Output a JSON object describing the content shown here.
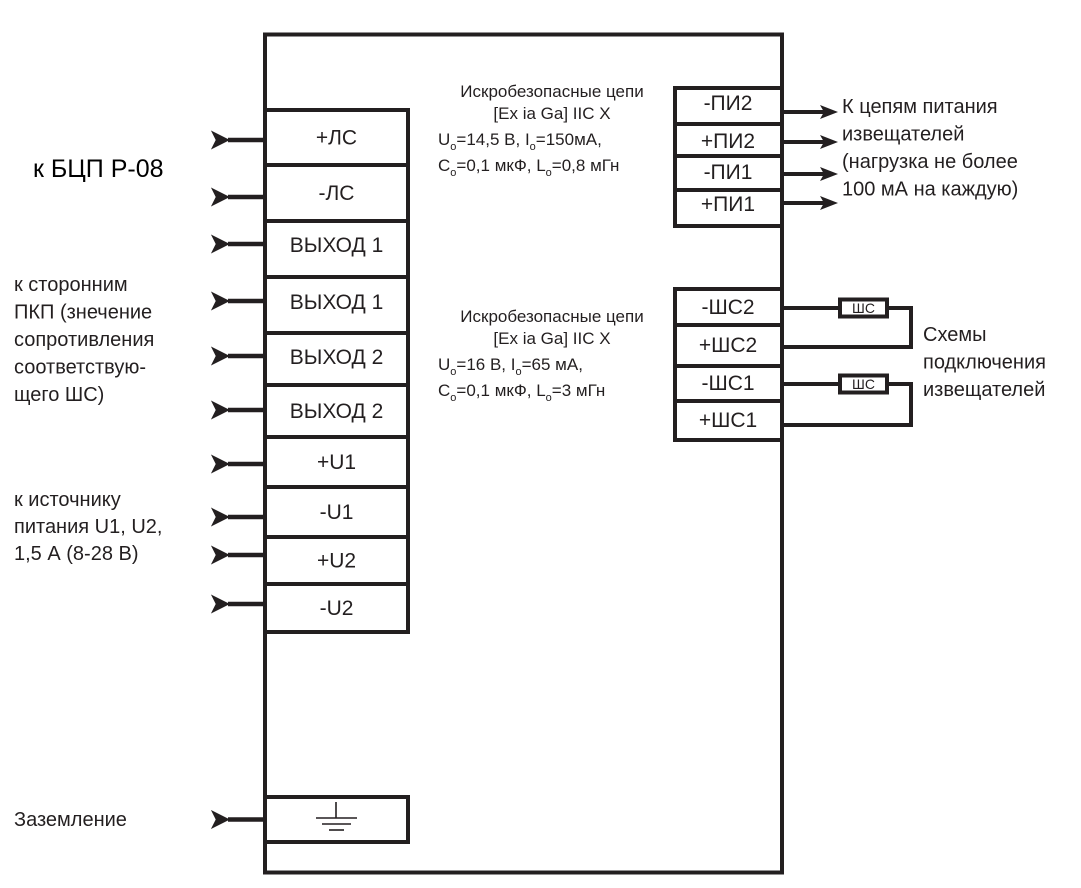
{
  "diagram": {
    "colors": {
      "line": "#231f20",
      "background": "#ffffff"
    },
    "left_terminals": [
      {
        "label": "+ЛС"
      },
      {
        "label": "-ЛС"
      },
      {
        "label": "ВЫХОД 1"
      },
      {
        "label": "ВЫХОД 1"
      },
      {
        "label": "ВЫХОД 2"
      },
      {
        "label": "ВЫХОД 2"
      },
      {
        "label": "+U1"
      },
      {
        "label": "-U1"
      },
      {
        "label": "+U2"
      },
      {
        "label": "-U2"
      }
    ],
    "ground_terminal": {
      "icon": "ground-icon"
    },
    "left_notes": {
      "bcp": [
        "к БЦП Р-08"
      ],
      "pkp": [
        "к сторонним",
        "ПКП (знечение",
        "сопротивления",
        "соответствую-",
        "щего ШС)"
      ],
      "power": [
        "к источнику",
        "питания U1, U2,",
        "1,5 А (8-28 В)"
      ],
      "ground": [
        "Заземление"
      ]
    },
    "power_block": {
      "spec_title": [
        "Искробезопасные цепи",
        "[Ex ia Ga] IIC X"
      ],
      "spec_params": [
        {
          "parts": [
            [
              "U",
              "o",
              "=14,5 В, "
            ],
            [
              "I",
              "o",
              "=150мА,"
            ]
          ]
        },
        {
          "parts": [
            [
              "C",
              "o",
              "=0,1 мкФ, "
            ],
            [
              "L",
              "o",
              "=0,8 мГн"
            ]
          ]
        }
      ],
      "terminals": [
        {
          "label": "-ПИ2"
        },
        {
          "label": "+ПИ2"
        },
        {
          "label": "-ПИ1"
        },
        {
          "label": "+ПИ1"
        }
      ],
      "note": [
        "К цепям питания",
        "извещателей",
        "(нагрузка не более",
        "100 мА на каждую)"
      ]
    },
    "loop_block": {
      "spec_title": [
        "Искробезопасные цепи",
        "[Ex ia Ga] IIC X"
      ],
      "spec_params": [
        {
          "parts": [
            [
              "U",
              "o",
              "=16 В, "
            ],
            [
              "I",
              "o",
              "=65 мА,"
            ]
          ]
        },
        {
          "parts": [
            [
              "C",
              "o",
              "=0,1 мкФ, "
            ],
            [
              "L",
              "o",
              "=3 мГн"
            ]
          ]
        }
      ],
      "terminals": [
        {
          "label": "-ШС2"
        },
        {
          "label": "+ШС2"
        },
        {
          "label": "-ШС1"
        },
        {
          "label": "+ШС1"
        }
      ],
      "loop_element_label": "ШС",
      "note": [
        "Схемы",
        "подключения",
        "извещателей"
      ]
    }
  }
}
